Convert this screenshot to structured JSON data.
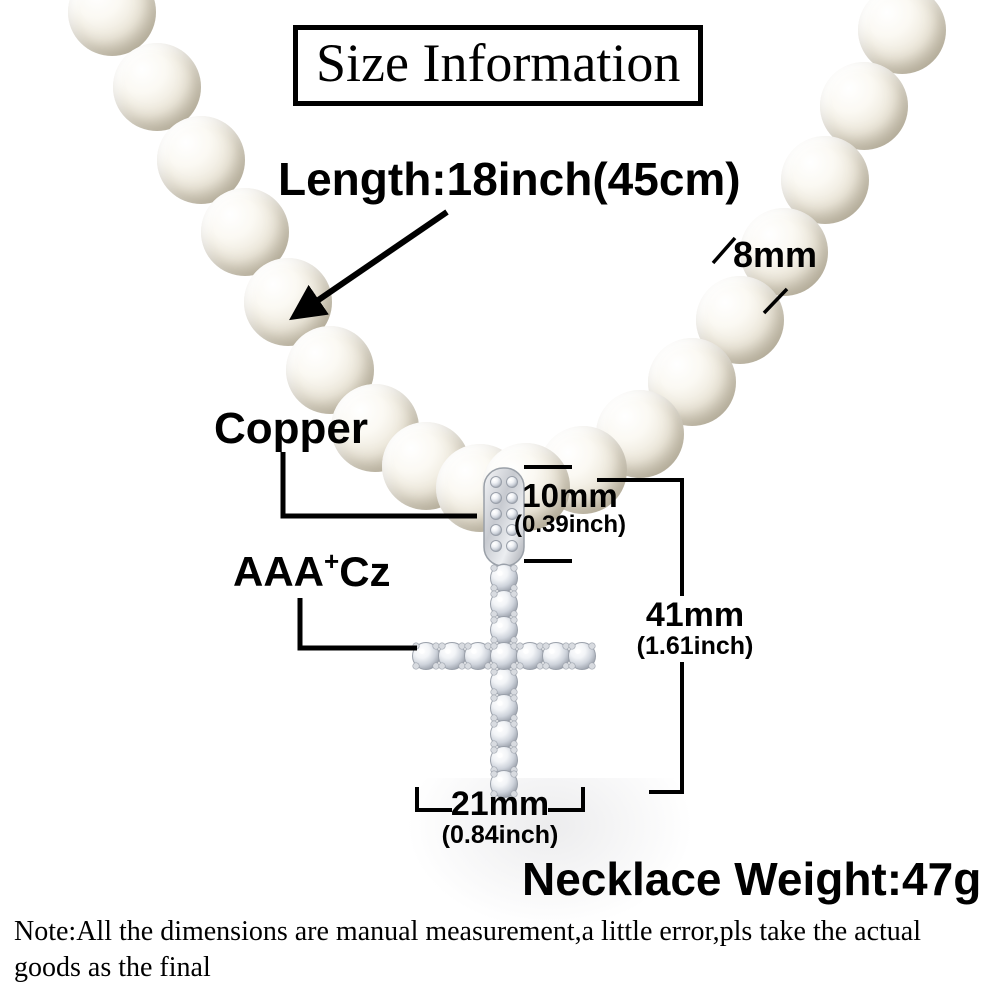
{
  "title": "Size Information",
  "annotations": {
    "length": "Length:18inch(45cm)",
    "pearl_size": "8mm",
    "material": "Copper",
    "bail_height": "10mm",
    "bail_height_inch": "(0.39inch)",
    "stone": {
      "prefix": "AAA",
      "sup": "+",
      "suffix": "Cz"
    },
    "cross_height": "41mm",
    "cross_height_inch": "(1.61inch)",
    "cross_width": "21mm",
    "cross_width_inch": "(0.84inch)",
    "weight": "Necklace Weight:47g"
  },
  "note": {
    "line1": "Note:All the dimensions are manual measurement,a little error,pls take the actual",
    "line2": "goods as the final"
  },
  "colors": {
    "annotation": "#000000",
    "pearl": "#ece7da",
    "silver": "#c7cad0"
  }
}
